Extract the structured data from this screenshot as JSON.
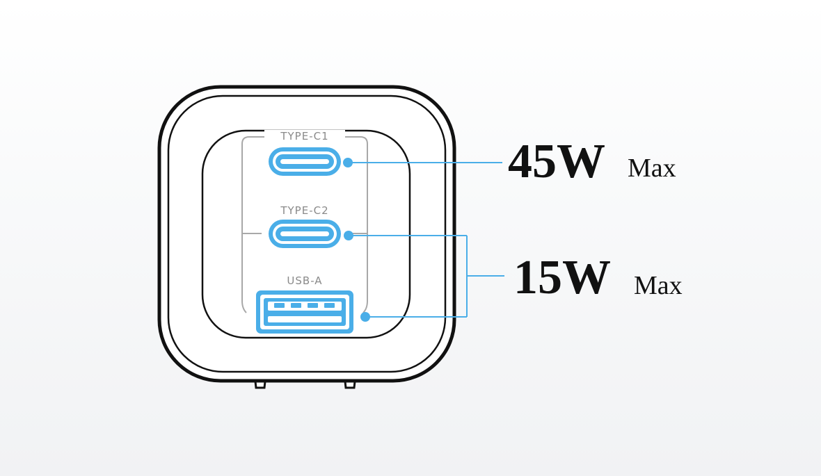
{
  "ports": [
    {
      "label": "TYPE-C1",
      "icon": "usb-c-port-icon"
    },
    {
      "label": "TYPE-C2",
      "icon": "usb-c-port-icon"
    },
    {
      "label": "USB-A",
      "icon": "usb-a-port-icon"
    }
  ],
  "outputs": [
    {
      "watt": "45W",
      "max": "Max"
    },
    {
      "watt": "15W",
      "max": "Max"
    }
  ],
  "colors": {
    "accent": "#4aaee8",
    "outline": "#111111",
    "label": "#8a8a8a"
  }
}
